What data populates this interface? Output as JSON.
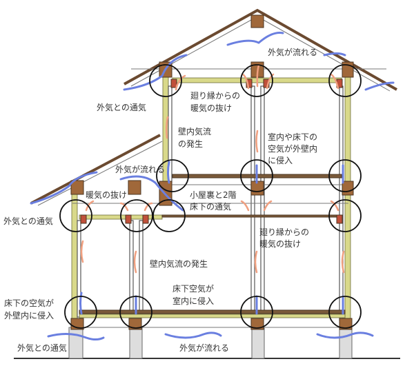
{
  "labels": {
    "top_outside_flow": "外気が流れる",
    "upper_left_vent": "外気との通気",
    "upper_cornice_line1": "廻り縁からの",
    "upper_cornice_line2": "暖気の抜け",
    "upper_wall_flow_line1": "壁内気流",
    "upper_wall_flow_line2": "の発生",
    "upper_intrusion_line1": "室内や床下の",
    "upper_intrusion_line2": "空気が外壁内",
    "upper_intrusion_line3": "に侵入",
    "middle_outside_flow": "外気が流れる",
    "warm_escape": "暖気の抜け",
    "left_vent": "外気との通気",
    "attic_vent_line1": "小屋裏と2階",
    "attic_vent_line2": "床下の通気",
    "lower_cornice_line1": "廻り縁からの",
    "lower_cornice_line2": "暖気の抜け",
    "lower_wall_flow": "壁内気流の発生",
    "underfloor_room_line1": "床下空気が",
    "underfloor_room_line2": "室内に侵入",
    "underfloor_wall_line1": "床下の空気が",
    "underfloor_wall_line2": "外壁内に侵入",
    "bottom_vent": "外気との通気",
    "bottom_outside_flow": "外気が流れる"
  },
  "colors": {
    "outside_air": "#6a7fe0",
    "warm_air": "#f0a080",
    "insulation": "#d9d98a",
    "timber": "#7a5a3a"
  }
}
